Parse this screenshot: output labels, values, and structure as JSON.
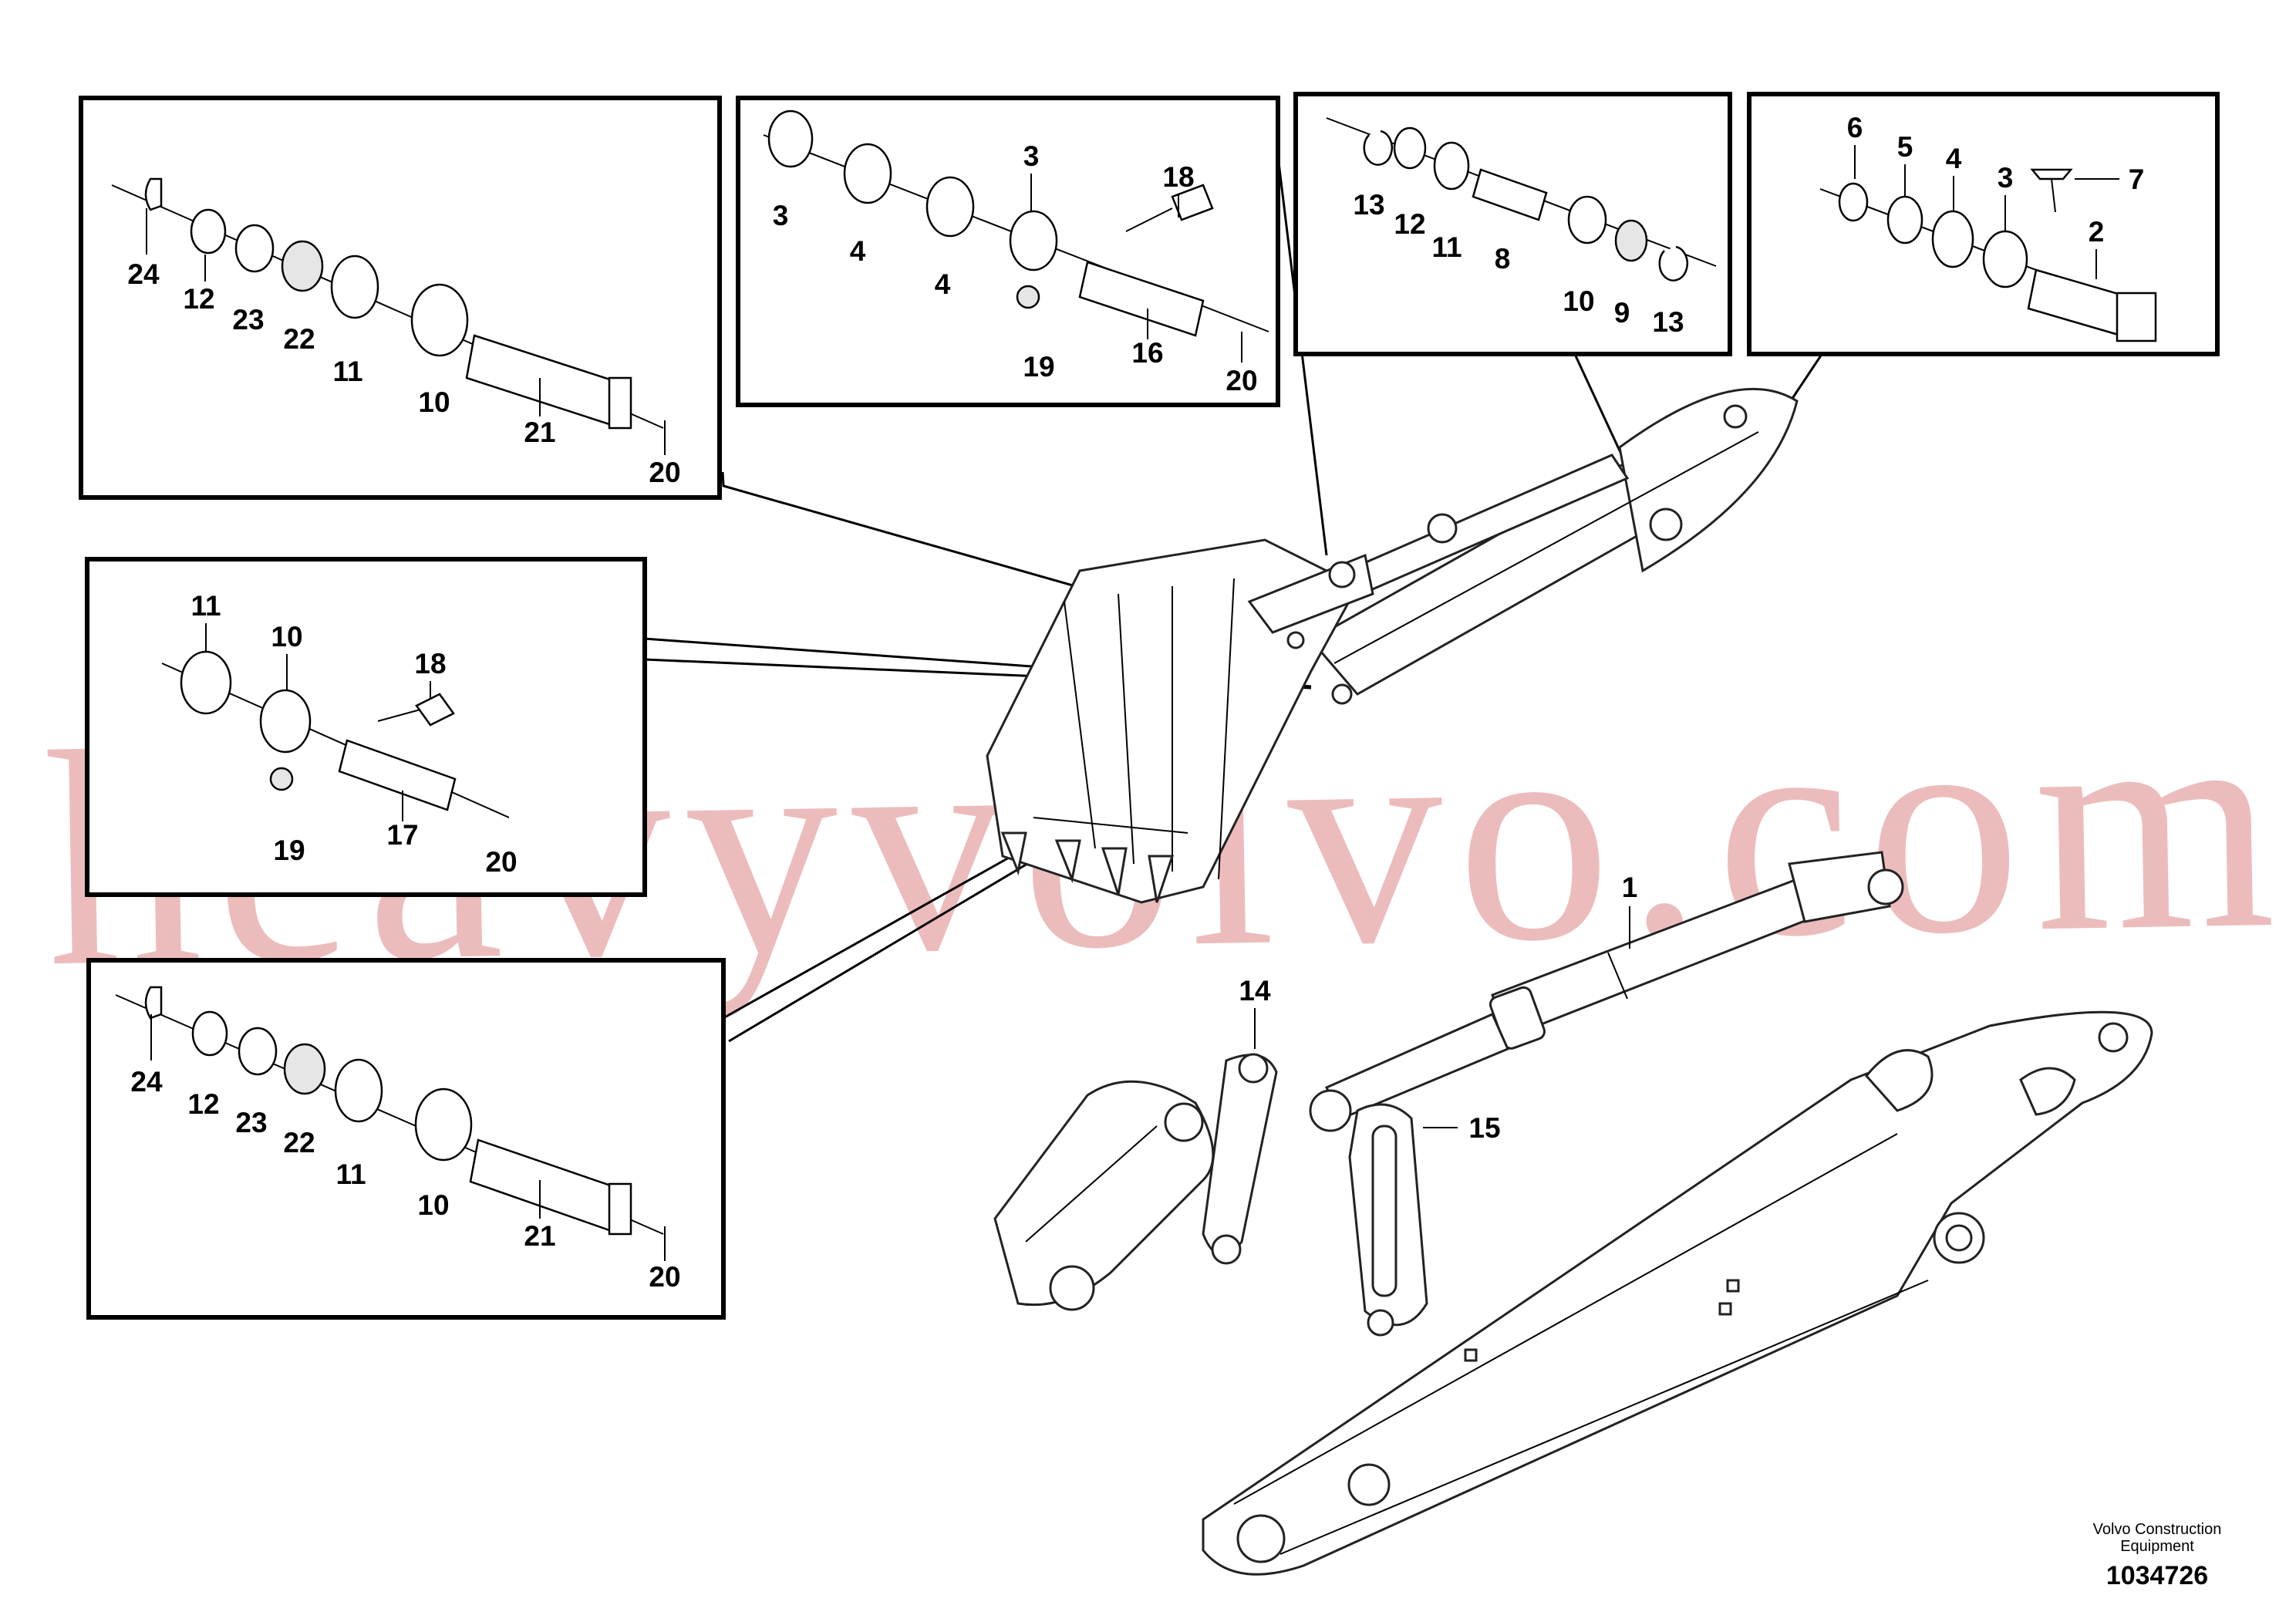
{
  "watermark": "heavyvolvo.com",
  "publisher": "Volvo Construction Equipment",
  "drawing_number": "1034726",
  "callouts": {
    "panel_a": [
      "24",
      "12",
      "23",
      "22",
      "11",
      "10",
      "21",
      "20"
    ],
    "panel_b": [
      "3",
      "4",
      "4",
      "3",
      "18",
      "19",
      "16",
      "20"
    ],
    "panel_c": [
      "13",
      "12",
      "11",
      "8",
      "10",
      "9",
      "13"
    ],
    "panel_d": [
      "6",
      "5",
      "4",
      "3",
      "7",
      "2"
    ],
    "panel_e": [
      "11",
      "10",
      "18",
      "19",
      "17",
      "20"
    ],
    "panel_f": [
      "24",
      "12",
      "23",
      "22",
      "11",
      "10",
      "21",
      "20"
    ],
    "main": [
      "1",
      "14",
      "15"
    ]
  }
}
